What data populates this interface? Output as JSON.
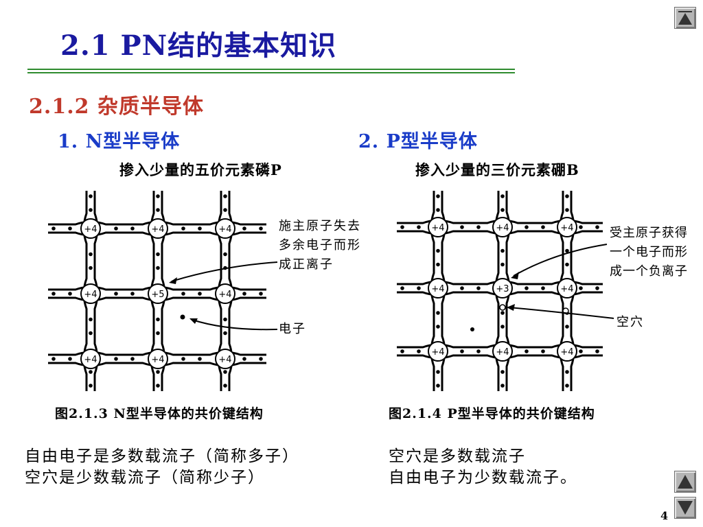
{
  "title": "2.1  PN结的基本知识",
  "subtitle": "2.1.2  杂质半导体",
  "n_type": {
    "heading": "1. N型半导体",
    "dopant_text": "掺入少量的五价元素磷P",
    "grid": [
      [
        "+4",
        "+4",
        "+4"
      ],
      [
        "+4",
        "+5",
        "+4"
      ],
      [
        "+4",
        "+4",
        "+4"
      ]
    ],
    "annotation_lines": [
      "施主原子失去",
      "多余电子而形",
      "成正离子"
    ],
    "electron_label": "电子",
    "caption": "图2.1.3  N型半导体的共价键结构",
    "summary": [
      "自由电子是多数载流子（简称多子）",
      "空穴是少数载流子（简称少子）"
    ]
  },
  "p_type": {
    "heading": "2. P型半导体",
    "dopant_text": "掺入少量的三价元素硼B",
    "grid": [
      [
        "+4",
        "+4",
        "+4"
      ],
      [
        "+4",
        "+3",
        "+4"
      ],
      [
        "+4",
        "+4",
        "+4"
      ]
    ],
    "annotation_lines": [
      "受主原子获得",
      "一个电子而形",
      "成一个负离子"
    ],
    "hole_label": "空穴",
    "caption": "图2.1.4  P型半导体的共价键结构",
    "summary": [
      "空穴是多数载流子",
      "自由电子为少数载流子。"
    ]
  },
  "page_number": "4",
  "colors": {
    "title": "#1a1aa0",
    "subtitle": "#c0392b",
    "heading": "#1a3cc8",
    "rule": "#2e8b2e"
  },
  "icons": {
    "top_nav": "triangle-up-icon",
    "prev_nav": "triangle-up-icon",
    "next_nav": "triangle-down-icon"
  }
}
